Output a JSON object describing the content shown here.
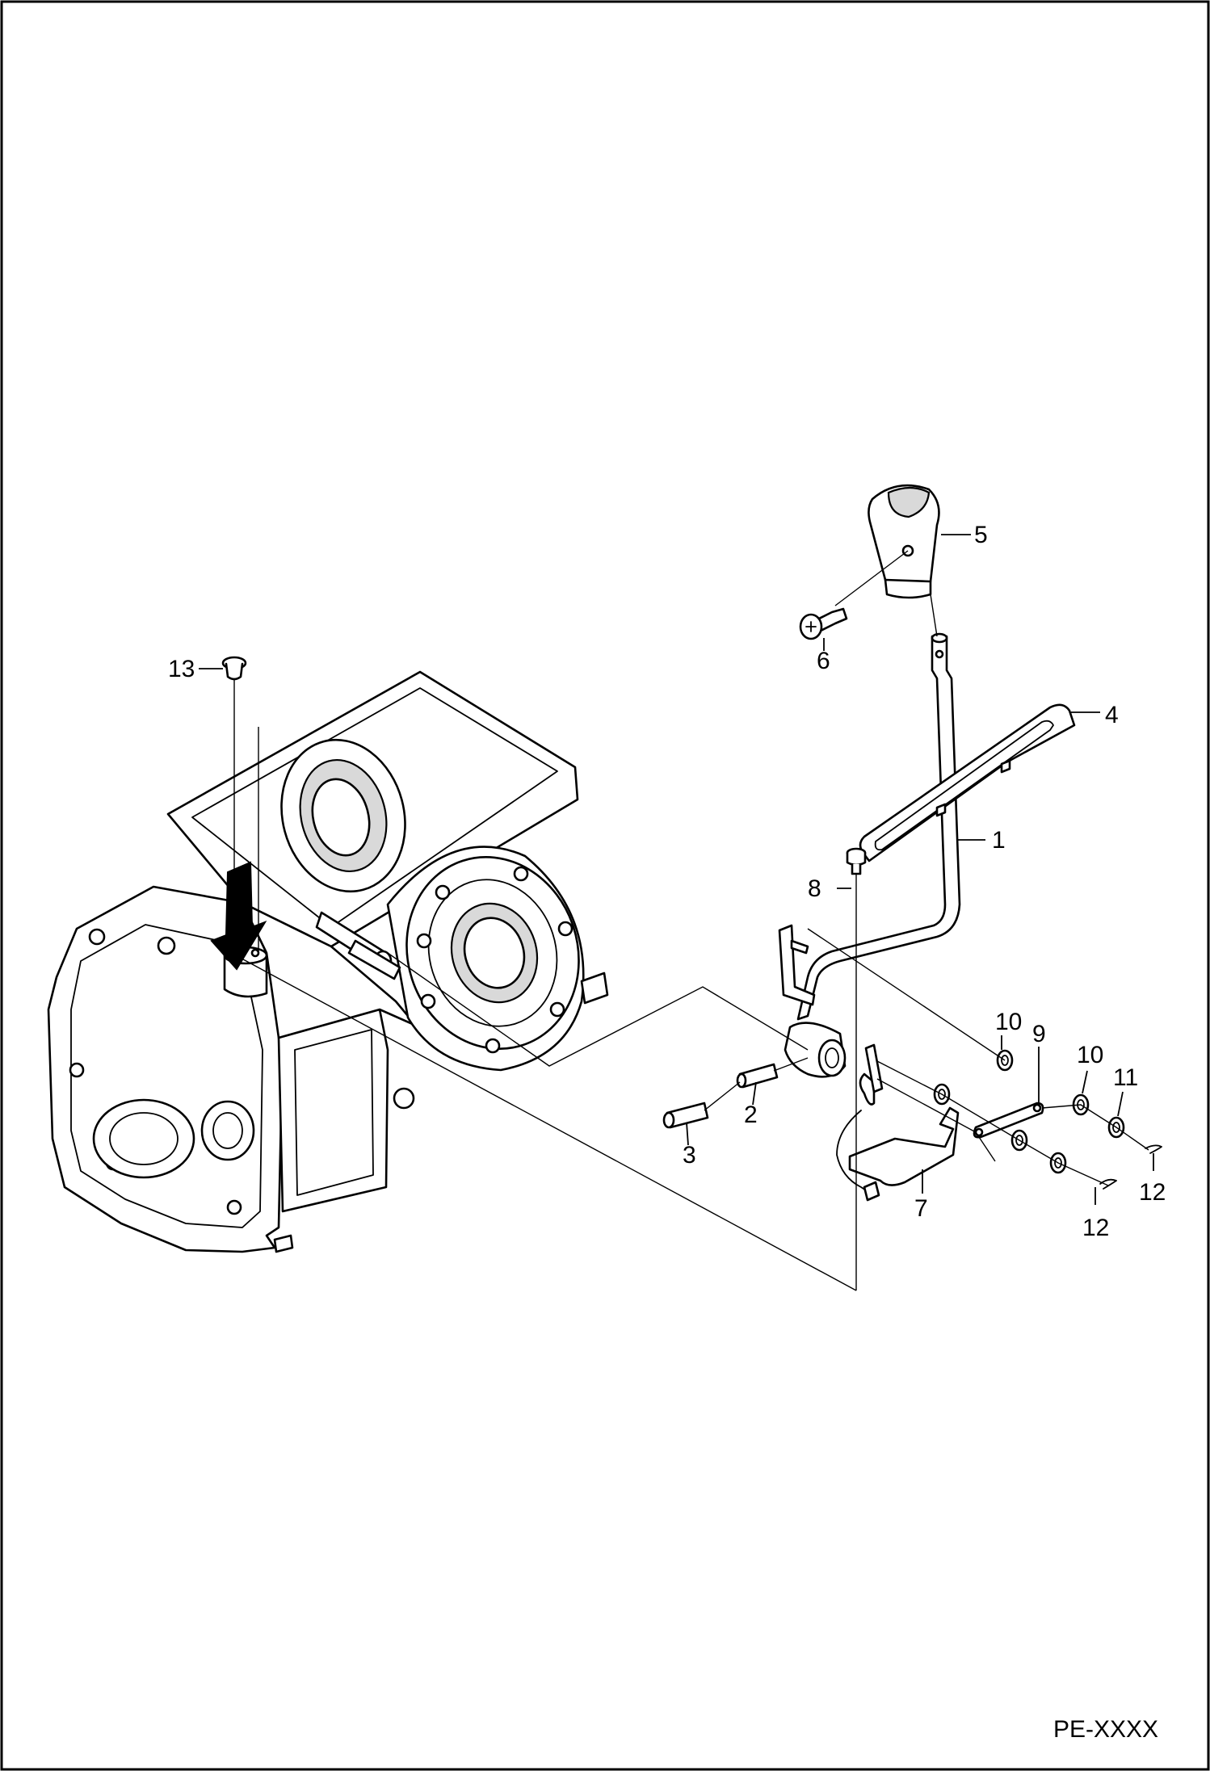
{
  "figure": {
    "code": "PE-XXXX",
    "callouts": [
      {
        "id": "1",
        "label": "1"
      },
      {
        "id": "2",
        "label": "2"
      },
      {
        "id": "3",
        "label": "3"
      },
      {
        "id": "4",
        "label": "4"
      },
      {
        "id": "5",
        "label": "5"
      },
      {
        "id": "6",
        "label": "6"
      },
      {
        "id": "7",
        "label": "7"
      },
      {
        "id": "8",
        "label": "8"
      },
      {
        "id": "9",
        "label": "9"
      },
      {
        "id": "10a",
        "label": "10"
      },
      {
        "id": "10b",
        "label": "10"
      },
      {
        "id": "11",
        "label": "11"
      },
      {
        "id": "12a",
        "label": "12"
      },
      {
        "id": "12b",
        "label": "12"
      },
      {
        "id": "13",
        "label": "13"
      }
    ]
  }
}
